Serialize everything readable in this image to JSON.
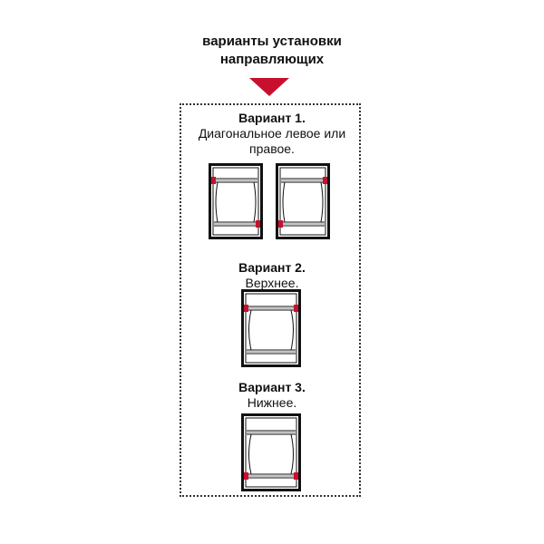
{
  "heading": {
    "line1": "варианты установки",
    "line2": "направляющих"
  },
  "colors": {
    "accent": "#c8102e",
    "outline": "#111111",
    "dotted_frame": "#333333"
  },
  "variants": [
    {
      "title": "Вариант 1.",
      "desc_line1": "Диагональное левое или",
      "desc_line2": "правое."
    },
    {
      "title": "Вариант 2.",
      "desc_line1": "Верхнее."
    },
    {
      "title": "Вариант 3.",
      "desc_line1": "Нижнее."
    }
  ]
}
